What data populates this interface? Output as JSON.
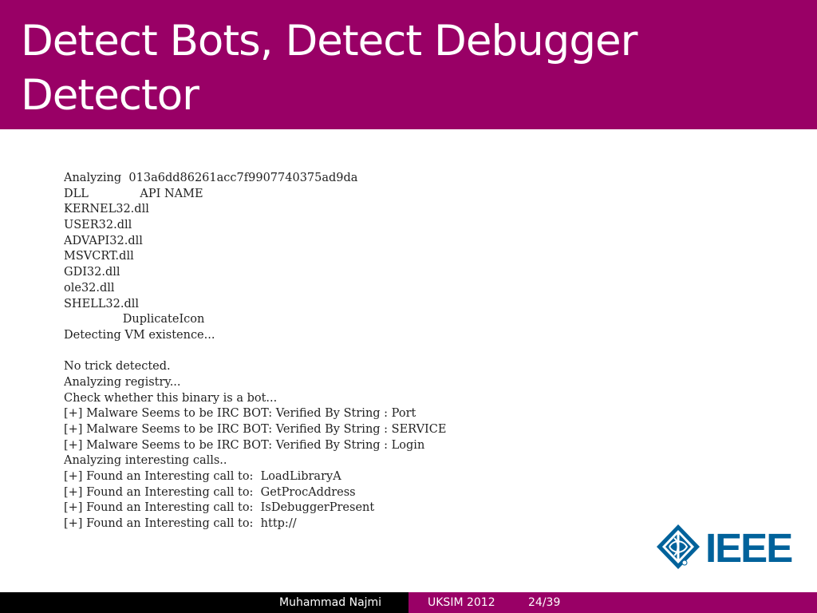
{
  "slide": {
    "title": "Detect Bots, Detect Debugger Detector",
    "colors": {
      "title_bar": "#990066",
      "footer_left": "#000000",
      "footer_right": "#990066",
      "logo_blue": "#00629B"
    }
  },
  "console": {
    "lines": [
      "Analyzing  013a6dd86261acc7f9907740375ad9da",
      "DLL              API NAME",
      "KERNEL32.dll",
      "USER32.dll",
      "ADVAPI32.dll",
      "MSVCRT.dll",
      "GDI32.dll",
      "ole32.dll",
      "SHELL32.dll",
      "                DuplicateIcon",
      "Detecting VM existence...",
      "",
      "No trick detected.",
      "Analyzing registry...",
      "Check whether this binary is a bot...",
      "[+] Malware Seems to be IRC BOT: Verified By String : Port",
      "[+] Malware Seems to be IRC BOT: Verified By String : SERVICE",
      "[+] Malware Seems to be IRC BOT: Verified By String : Login",
      "Analyzing interesting calls..",
      "[+] Found an Interesting call to:  LoadLibraryA",
      "[+] Found an Interesting call to:  GetProcAddress",
      "[+] Found an Interesting call to:  IsDebuggerPresent",
      "[+] Found an Interesting call to:  http://"
    ]
  },
  "logo": {
    "text": "IEEE",
    "icon": "ieee-diamond-icon"
  },
  "footer": {
    "author": "Muhammad Najmi",
    "conference": "UKSIM 2012",
    "page": "24/39"
  }
}
